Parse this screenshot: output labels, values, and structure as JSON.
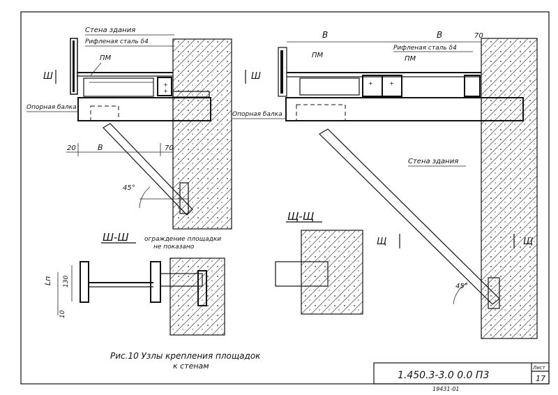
{
  "top_left": {
    "wall_label": "Стена здания",
    "steel_label": "Рифленая сталь δ4",
    "pm_label": "ПМ",
    "beam_label": "Опорная балка",
    "dim_20": "20",
    "dim_b": "B",
    "dim_70": "70",
    "angle": "45°",
    "section_mark": "Ш",
    "section_mark_right": "Ш",
    "section_title": "Ш-Ш",
    "guard_note_line1": "ограждение площадки",
    "guard_note_line2": "не показано"
  },
  "bottom_left": {
    "dim_lp": "Lп",
    "dim_130": "130",
    "dim_10": "10"
  },
  "top_right": {
    "dim_b1": "B",
    "dim_b2": "B",
    "dim_70": "70",
    "steel_label": "Рифленая сталь δ4",
    "pm1": "ПМ",
    "pm2": "ПМ",
    "beam_label": "Опорная балка",
    "wall_label": "Стена здания",
    "section_mark_right": "Щ",
    "section_mark_left": "Щ",
    "section_title": "Щ-Щ",
    "angle": "45°"
  },
  "caption": {
    "line1": "Рис.10 Узлы крепления площадок",
    "line2": "к стенам"
  },
  "title_block": {
    "code": "1.450.3-3.0 0.0 П3",
    "sheet_label": "Лист",
    "sheet_no": "17",
    "stamp": "19431-01"
  }
}
